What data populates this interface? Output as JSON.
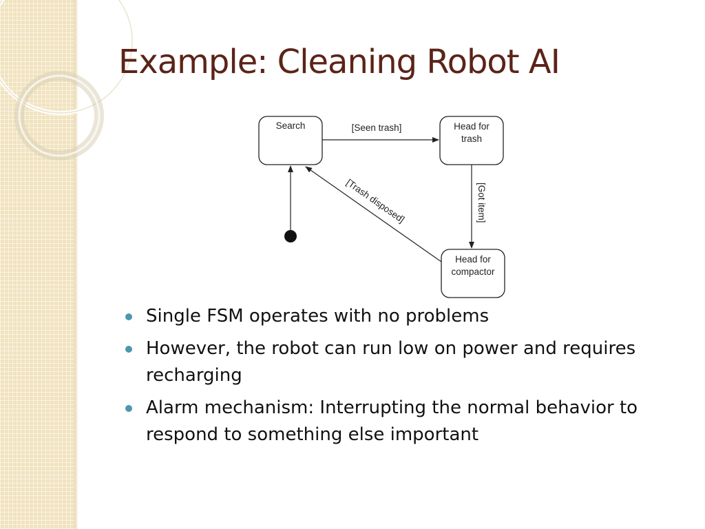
{
  "slide": {
    "title": "Example: Cleaning Robot AI"
  },
  "diagram": {
    "states": {
      "search": "Search",
      "head_for_trash": [
        "Head for",
        "trash"
      ],
      "head_for_compactor": [
        "Head for",
        "compactor"
      ]
    },
    "transitions": {
      "seen_trash": "[Seen trash]",
      "got_item": "[Got item]",
      "trash_disposed": "[Trash disposed]"
    }
  },
  "bullets": [
    "Single FSM operates with no problems",
    "However, the robot can run low on power and requires recharging",
    "Alarm mechanism: Interrupting the normal behavior to respond to something else important"
  ],
  "colors": {
    "title": "#5b2418",
    "bullet_marker": "#4c97ae",
    "side_panel": "#f1e3bf"
  }
}
